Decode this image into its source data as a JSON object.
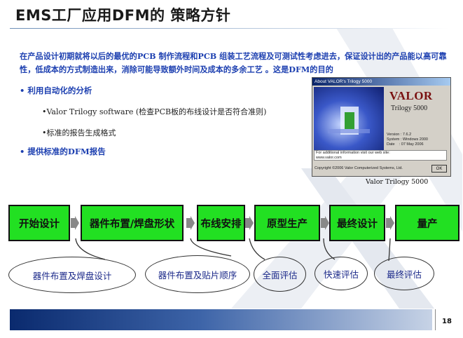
{
  "title": "EMS工厂应用DFM的 策略方针",
  "intro": "在产品设计初期就将以后的最优的PCB 制作流程和PCB 组装工艺流程及可测试性考虑进去，保证设计出的产品能以高可靠性，低成本的方式制造出来，消除可能导致额外时间及成本的多余工艺 。这是DFM的目的",
  "bullets": [
    {
      "text": "• 利用自动化的分析",
      "subs": [
        "•Valor Trilogy software (检查PCB板的布线设计是否符合准则)",
        "•标准的报告生成格式"
      ]
    },
    {
      "text": "• 提供标准的DFM报告"
    }
  ],
  "screenshot": {
    "titlebar": "About VALOR's Trilogy 5000",
    "brand": "VALOR",
    "product": "Trilogy 5000",
    "info": "Version : 7.6.2\nSystem : Windows 2000\nDate    : 07 May 2006",
    "field_line1": "For additional information visit our web site:",
    "field_line2": "www.valor.com",
    "copyright": "Copyright ©2006 Valor Computerized Systems, Ltd.",
    "ok": "OK",
    "caption": "Valor Trilogy 5000"
  },
  "flow": {
    "steps": [
      "开始设计",
      "器件布置/焊盘形状",
      "布线安排",
      "原型生产",
      "最终设计",
      "量产"
    ],
    "evaluations": [
      "器件布置及焊盘设计",
      "器件布置及贴片顺序",
      "全面评估",
      "快速评估",
      "最终评估"
    ]
  },
  "colors": {
    "step_fill": "#22e022",
    "text_blue": "#1c3fb0",
    "footer": "#0a2a6e"
  },
  "page_number": "18"
}
